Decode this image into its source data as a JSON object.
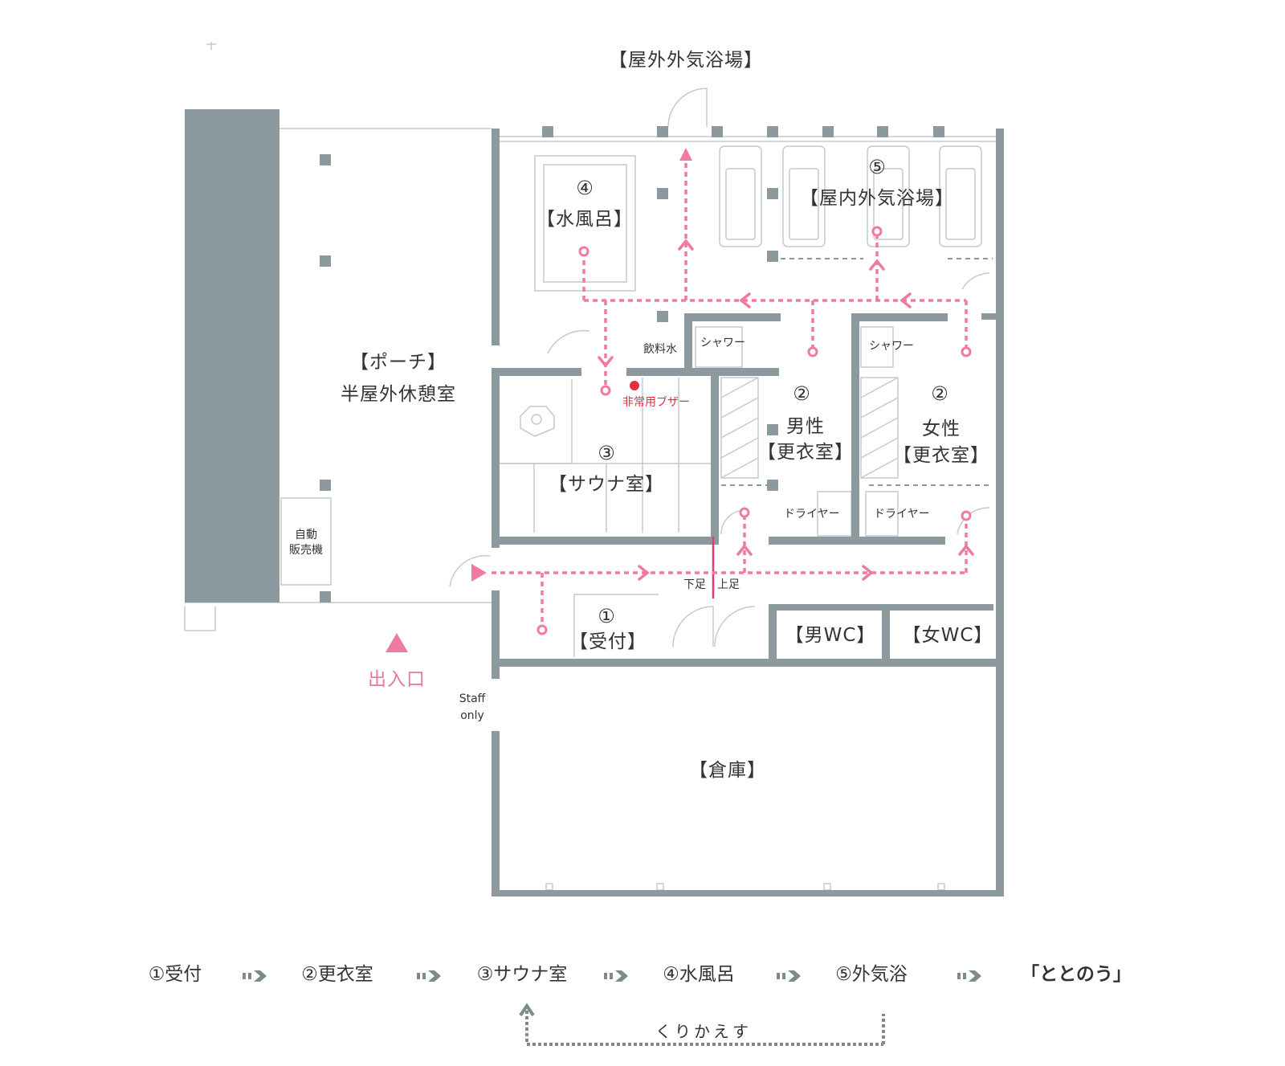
{
  "labels": {
    "outdoor_bath": "【屋外外気浴場】",
    "indoor_bath_num": "⑤",
    "indoor_bath": "【屋内外気浴場】",
    "cold_bath_num": "④",
    "cold_bath": "【水風呂】",
    "porch_1": "【ポーチ】",
    "porch_2": "半屋外休憩室",
    "vending_1": "自動",
    "vending_2": "販売機",
    "drinking_water": "飲料水",
    "shower_m": "シャワー",
    "shower_f": "シャワー",
    "emergency_buzzer": "非常用ブザー",
    "sauna_num": "③",
    "sauna": "【サウナ室】",
    "male_num": "②",
    "male_1": "男性",
    "male_2": "【更衣室】",
    "female_num": "②",
    "female_1": "女性",
    "female_2": "【更衣室】",
    "dryer_m": "ドライヤー",
    "dryer_f": "ドライヤー",
    "shoes_off": "下足",
    "shoes_on": "上足",
    "reception_num": "①",
    "reception": "【受付】",
    "wc_m": "【男WC】",
    "wc_f": "【女WC】",
    "entrance": "出入口",
    "staff_1": "Staff",
    "staff_2": "only",
    "storage": "【倉庫】"
  },
  "flow": {
    "steps": [
      "①受付",
      "②更衣室",
      "③サウナ室",
      "④水風呂",
      "⑤外気浴",
      "「ととのう」"
    ],
    "repeat": "くりかえす"
  },
  "colors": {
    "wall": "#8c9aa0",
    "route": "#f07aa0",
    "buzzer": "#e0303f",
    "text": "#333333"
  }
}
